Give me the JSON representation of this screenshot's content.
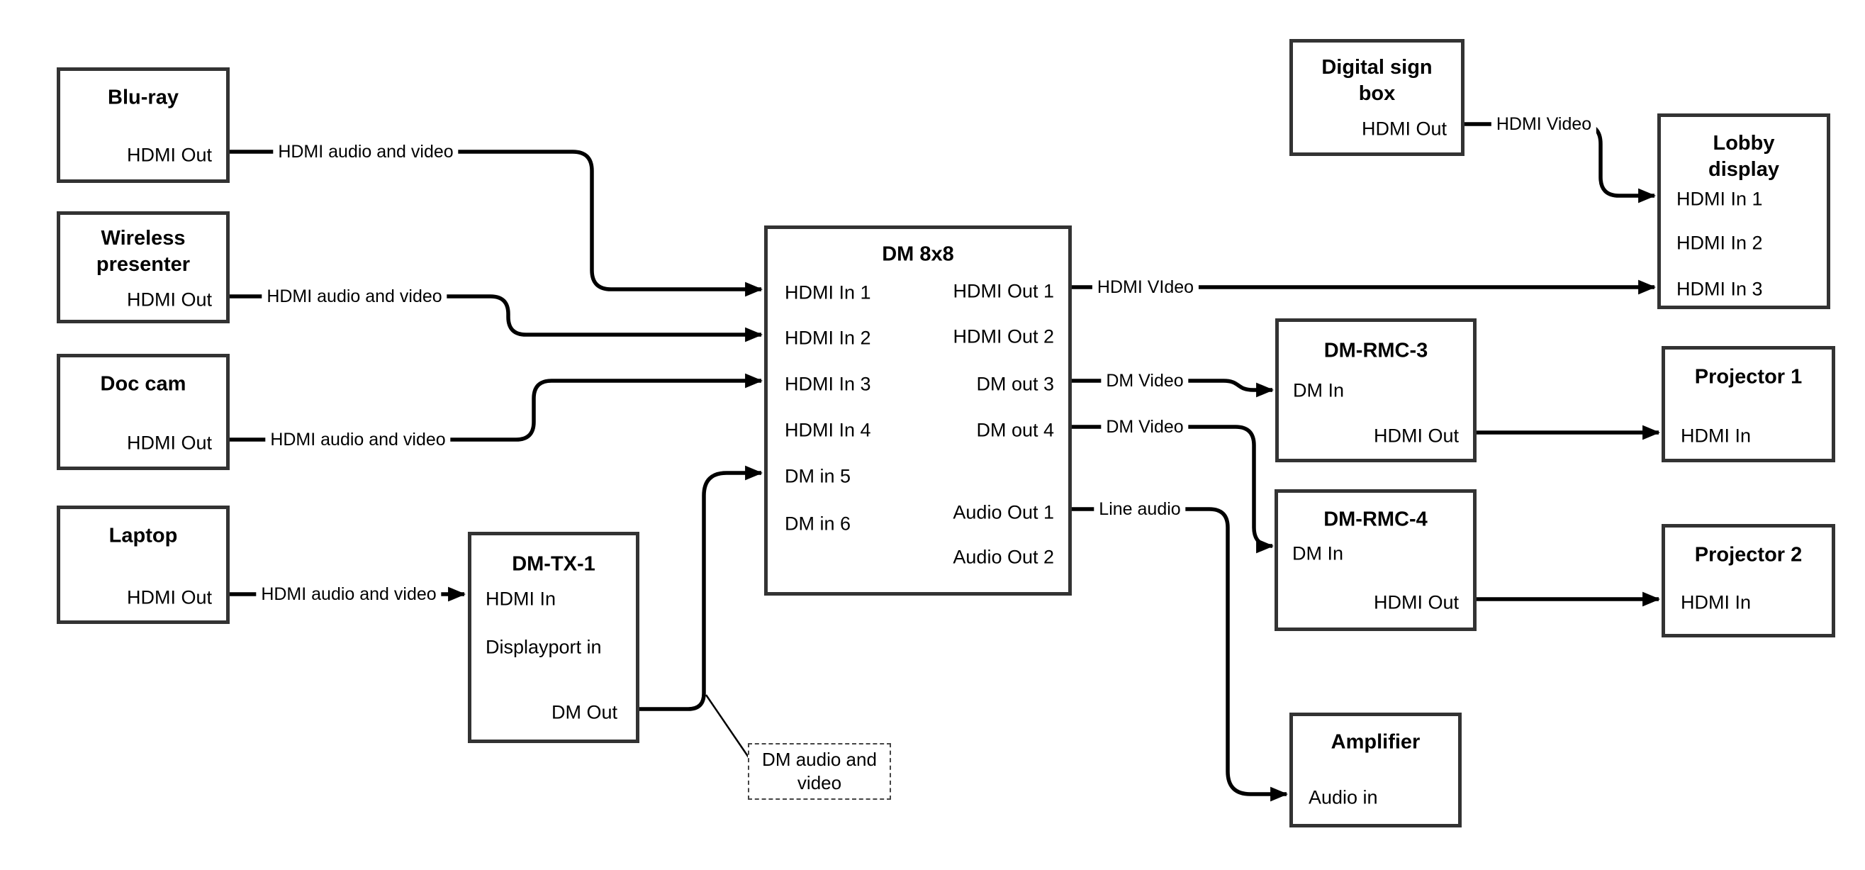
{
  "nodes": {
    "bluray": {
      "title": "Blu-ray",
      "ports": {
        "hdmi_out": "HDMI Out"
      }
    },
    "wireless_presenter": {
      "title": "Wireless presenter",
      "ports": {
        "hdmi_out": "HDMI Out"
      }
    },
    "doc_cam": {
      "title": "Doc cam",
      "ports": {
        "hdmi_out": "HDMI Out"
      }
    },
    "laptop": {
      "title": "Laptop",
      "ports": {
        "hdmi_out": "HDMI Out"
      }
    },
    "dm_tx_1": {
      "title": "DM-TX-1",
      "ports": {
        "hdmi_in": "HDMI In",
        "displayport_in": "Displayport in",
        "dm_out": "DM Out"
      }
    },
    "dm_8x8": {
      "title": "DM 8x8",
      "ports": {
        "hdmi_in_1": "HDMI In 1",
        "hdmi_in_2": "HDMI In 2",
        "hdmi_in_3": "HDMI In 3",
        "hdmi_in_4": "HDMI In 4",
        "dm_in_5": "DM in 5",
        "dm_in_6": "DM in 6",
        "hdmi_out_1": "HDMI Out 1",
        "hdmi_out_2": "HDMI Out 2",
        "dm_out_3": "DM out 3",
        "dm_out_4": "DM out 4",
        "audio_out_1": "Audio Out 1",
        "audio_out_2": "Audio Out 2"
      }
    },
    "digital_sign_box": {
      "title": "Digital sign box",
      "ports": {
        "hdmi_out": "HDMI Out"
      }
    },
    "lobby_display": {
      "title": "Lobby display",
      "ports": {
        "hdmi_in_1": "HDMI In 1",
        "hdmi_in_2": "HDMI In 2",
        "hdmi_in_3": "HDMI In 3"
      }
    },
    "dm_rmc_3": {
      "title": "DM-RMC-3",
      "ports": {
        "dm_in": "DM In",
        "hdmi_out": "HDMI Out"
      }
    },
    "projector_1": {
      "title": "Projector 1",
      "ports": {
        "hdmi_in": "HDMI In"
      }
    },
    "dm_rmc_4": {
      "title": "DM-RMC-4",
      "ports": {
        "dm_in": "DM In",
        "hdmi_out": "HDMI Out"
      }
    },
    "projector_2": {
      "title": "Projector 2",
      "ports": {
        "hdmi_in": "HDMI In"
      }
    },
    "amplifier": {
      "title": "Amplifier",
      "ports": {
        "audio_in": "Audio in"
      }
    }
  },
  "wire_labels": {
    "bluray_to_dm8x8": "HDMI audio and video",
    "wireless_to_dm8x8": "HDMI audio and video",
    "doc_cam_to_dm8x8": "HDMI audio and video",
    "laptop_to_dmtx1": "HDMI audio and video",
    "hdmi_out1_to_lobby": "HDMI VIdeo",
    "dm_out3_to_rmc3": "DM Video",
    "dm_out4_to_rmc4": "DM Video",
    "audio_out1_to_amp": "Line audio",
    "sign_box_to_lobby": "HDMI Video"
  },
  "callout": {
    "text": "DM audio and video"
  },
  "colors": {
    "wire": "#000000",
    "box_border": "#333333",
    "callout_border": "#444444",
    "text": "#000000",
    "background": "#ffffff"
  }
}
